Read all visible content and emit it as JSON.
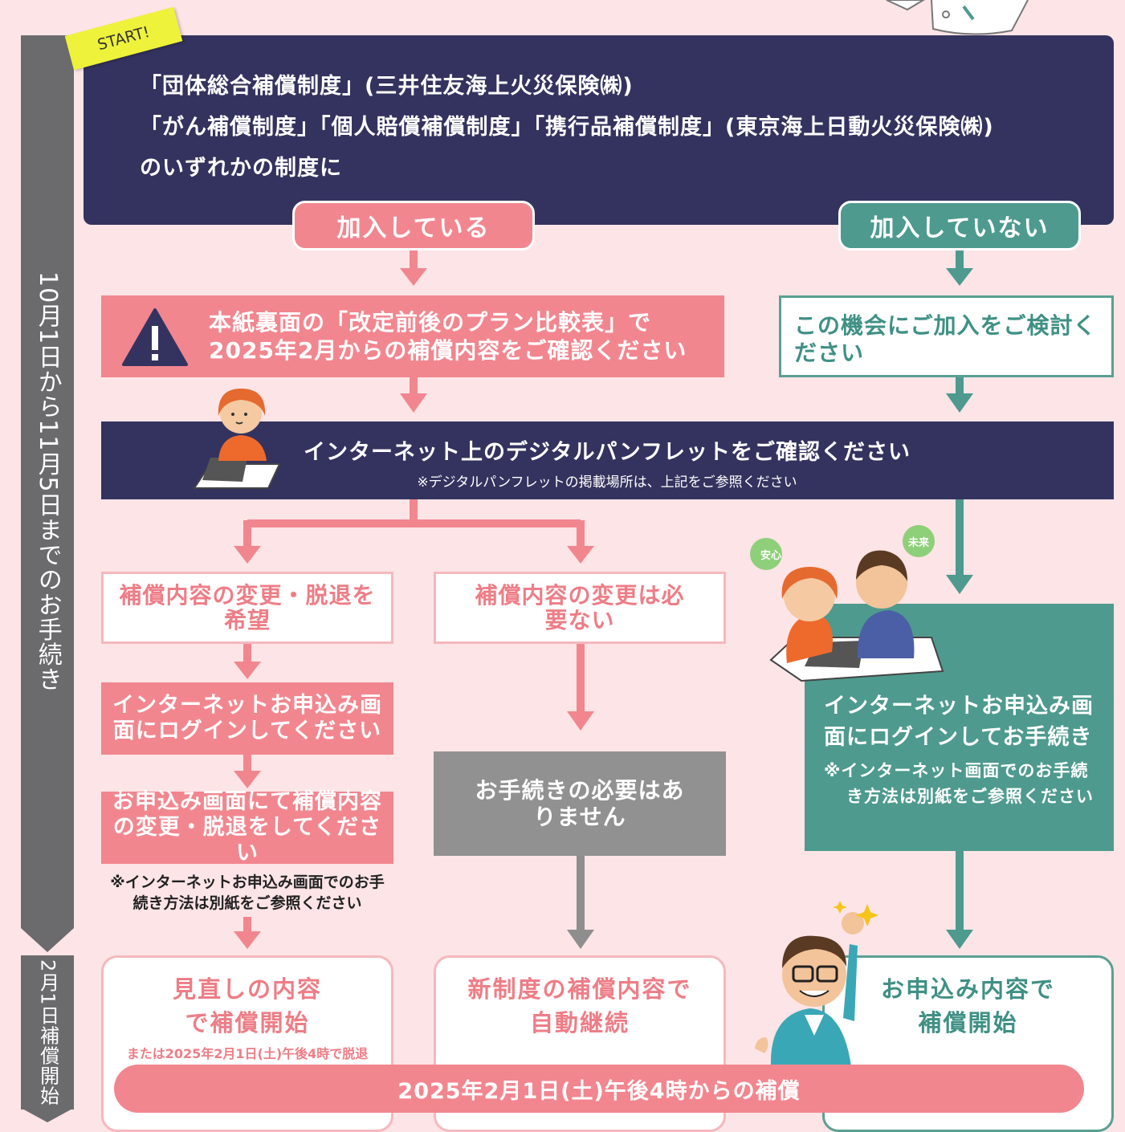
{
  "start_label": "START!",
  "header": {
    "line1": "「団体総合補償制度」(三井住友海上火災保険㈱)",
    "line2": "「がん補償制度」「個人賠償補償制度」「携行品補償制度」(東京海上日動火災保険㈱)",
    "line3": "のいずれかの制度に"
  },
  "branches": {
    "yes_label": "加入している",
    "no_label": "加入していない"
  },
  "timeline": {
    "period_label": "10月1日から11月5日までのお手続き",
    "start_label": "2月1日補償開始"
  },
  "notice": {
    "line1": "本紙裏面の「改定前後のプラン比較表」で",
    "line2": "2025年2月からの補償内容をご確認ください"
  },
  "no_path": {
    "consider": "この機会にご加入をご検討ください",
    "login_title": "インターネットお申込み画面にログインしてお手続き",
    "login_note": "※インターネット画面でのお手続き方法は別紙をご参照ください",
    "result": "お申込み内容で補償開始"
  },
  "digital": {
    "title": "インターネット上のデジタルパンフレットをご確認ください",
    "note": "※デジタルパンフレットの掲載場所は、上記をご参照ください"
  },
  "change_path": {
    "wish": "補償内容の変更・脱退を希望",
    "login": "インターネットお申込み画面にログインしてください",
    "change": "お申込み画面にて補償内容の変更・脱退をしてください",
    "note": "※インターネットお申込み画面でのお手続き方法は別紙をご参照ください",
    "result_title": "見直しの内容で補償開始",
    "result_sub": "または2025年2月1日(土)午後4時で脱退"
  },
  "keep_path": {
    "no_change": "補償内容の変更は必要ない",
    "no_procedure": "お手続きの必要はありません",
    "result": "新制度の補償内容で自動継続"
  },
  "bottom_banner": "2025年2月1日(土)午後4時からの補償",
  "bubbles": {
    "anshin": "安心",
    "mirai": "未来"
  },
  "colors": {
    "navy": "#34335f",
    "pink": "#f2868f",
    "green": "#4e9a8e",
    "grey": "#919191",
    "background": "#fde4e6"
  }
}
